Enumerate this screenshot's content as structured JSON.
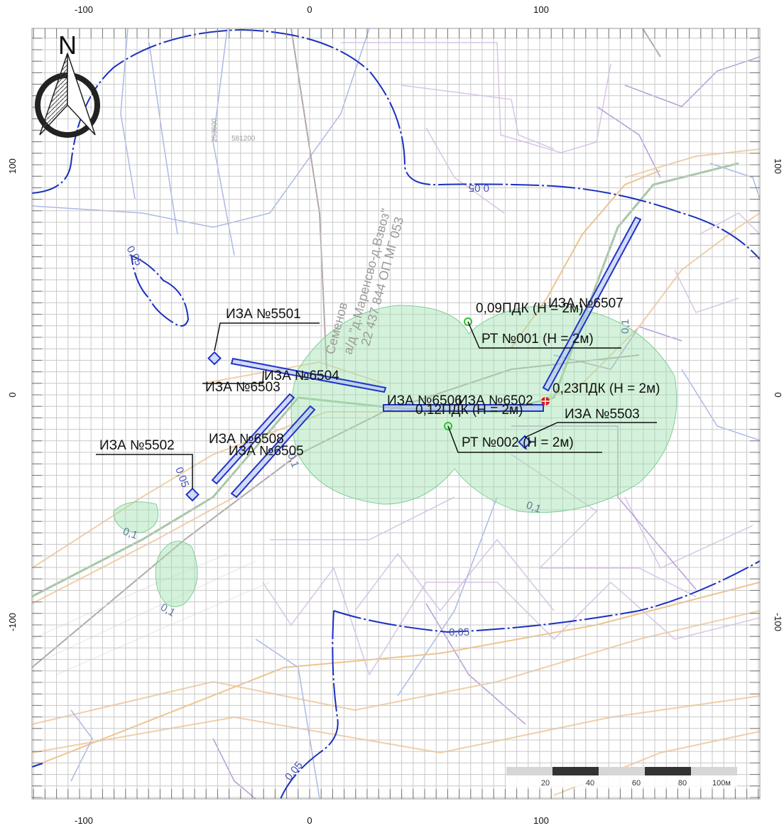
{
  "axes": {
    "x_ticks": [
      "-100",
      "0",
      "100"
    ],
    "y_ticks": [
      "100",
      "0",
      "-100"
    ]
  },
  "north": {
    "letter": "N"
  },
  "map_texts": {
    "road_line1": "Семенов",
    "road_line2": "а/д \"д.Маренсво-д.Взвоз\"",
    "road_line3": "22 437 844 ОП МГ 053",
    "num_253600": "253600",
    "num_581200": "581200"
  },
  "isolines": {
    "level_005": "0,05",
    "level_01": "0,1"
  },
  "sources": [
    {
      "id": "iza5501",
      "label": "ИЗА №5501"
    },
    {
      "id": "iza5502",
      "label": "ИЗА №5502"
    },
    {
      "id": "iza5503",
      "label": "ИЗА №5503"
    },
    {
      "id": "iza6502",
      "label": "ИЗА №6502"
    },
    {
      "id": "iza6503",
      "label": "ИЗА №6503"
    },
    {
      "id": "iza6504",
      "label": "ИЗА №6504"
    },
    {
      "id": "iza6505",
      "label": "ИЗА №6505"
    },
    {
      "id": "iza6506",
      "label": "ИЗА №6506"
    },
    {
      "id": "iza6507",
      "label": "ИЗА №6507"
    },
    {
      "id": "iza6508",
      "label": "ИЗА №6508"
    }
  ],
  "points": [
    {
      "id": "rt001",
      "label": "РТ №001 (Н = 2м)",
      "value": "0,09ПДК (Н = 2м)"
    },
    {
      "id": "rt002",
      "label": "РТ №002 (Н = 2м)",
      "value": "0,12ПДК (Н = 2м)"
    },
    {
      "id": "max",
      "label": "",
      "value": "0,23ПДК (Н = 2м)"
    }
  ],
  "scale_bar": {
    "labels": [
      "20",
      "40",
      "60",
      "80",
      "100м"
    ]
  },
  "colors": {
    "isoline_blue": "#1a2fbf",
    "zone_green": "#9fe3b0",
    "grid": "#c8c8c8",
    "source_marker": "#1f33c9",
    "max_point": "#e01818",
    "rt_point": "#2fc22f"
  }
}
